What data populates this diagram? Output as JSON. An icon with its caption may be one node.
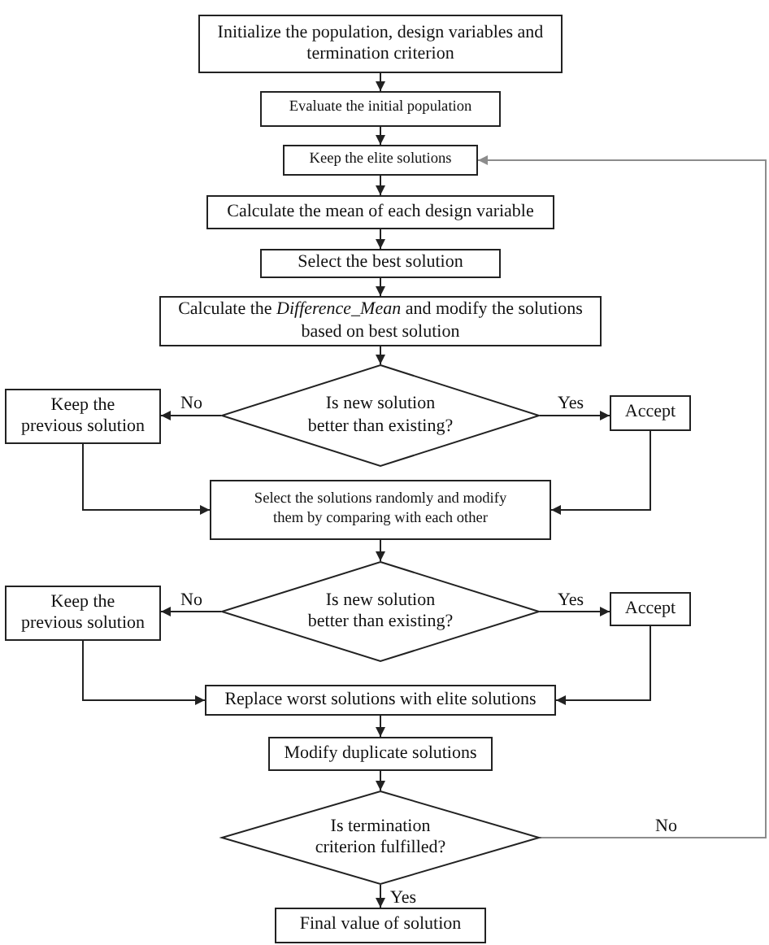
{
  "diagram": {
    "nodes": [
      {
        "text": [
          "Initialize the population, design variables and termination criterion"
        ]
      },
      {
        "text": [
          "Evaluate the initial population"
        ]
      },
      {
        "text": [
          "Keep the elite solutions"
        ]
      },
      {
        "text": [
          "Calculate the mean of each design variable"
        ]
      },
      {
        "text": [
          "Select the best solution"
        ]
      },
      {
        "text": [
          "Calculate the *Difference_Mean* and modify the solutions based on best solution"
        ]
      },
      {
        "text": [
          "Is new solution better than existing?"
        ]
      },
      {
        "text": [
          "Keep the previous solution"
        ]
      },
      {
        "text": [
          "Accept"
        ]
      },
      {
        "text": [
          "Select the solutions randomly and modify them by comparing with each other"
        ]
      },
      {
        "text": [
          "Is new solution better than existing?"
        ]
      },
      {
        "text": [
          "Keep the previous solution"
        ]
      },
      {
        "text": [
          "Accept"
        ]
      },
      {
        "text": [
          "Replace worst solutions with elite solutions"
        ]
      },
      {
        "text": [
          "Modify duplicate solutions"
        ]
      },
      {
        "text": [
          "Is termination criterion fulfilled?"
        ]
      },
      {
        "text": [
          "Final value of solution"
        ]
      }
    ],
    "edges": [
      {
        "from": 0,
        "to": 1,
        "arrow": "to"
      },
      {
        "from": 1,
        "to": 2,
        "arrow": "to"
      },
      {
        "from": 2,
        "to": 3,
        "arrow": "to"
      },
      {
        "from": 3,
        "to": 4,
        "arrow": "to"
      },
      {
        "from": 4,
        "to": 5,
        "arrow": "to"
      },
      {
        "from": 5,
        "to": 6,
        "arrow": "to"
      },
      {
        "from": 6,
        "to": 7,
        "arrow": "to",
        "label": "No"
      },
      {
        "from": 6,
        "to": 8,
        "arrow": "to",
        "label": "Yes"
      },
      {
        "from": 7,
        "to": 9,
        "arrow": "to"
      },
      {
        "from": 8,
        "to": 9,
        "arrow": "to"
      },
      {
        "from": 9,
        "to": 10,
        "arrow": "to"
      },
      {
        "from": 10,
        "to": 11,
        "arrow": "to",
        "label": "No"
      },
      {
        "from": 10,
        "to": 12,
        "arrow": "to",
        "label": "Yes"
      },
      {
        "from": 11,
        "to": 13,
        "arrow": "to"
      },
      {
        "from": 12,
        "to": 13,
        "arrow": "to"
      },
      {
        "from": 13,
        "to": 14,
        "arrow": "to"
      },
      {
        "from": 14,
        "to": 15,
        "arrow": "to"
      },
      {
        "from": 15,
        "to": 16,
        "arrow": "to",
        "label": "Yes"
      },
      {
        "from": 15,
        "to": 2,
        "arrow": "to",
        "label": "No",
        "color": "#8c8c8c"
      }
    ]
  }
}
